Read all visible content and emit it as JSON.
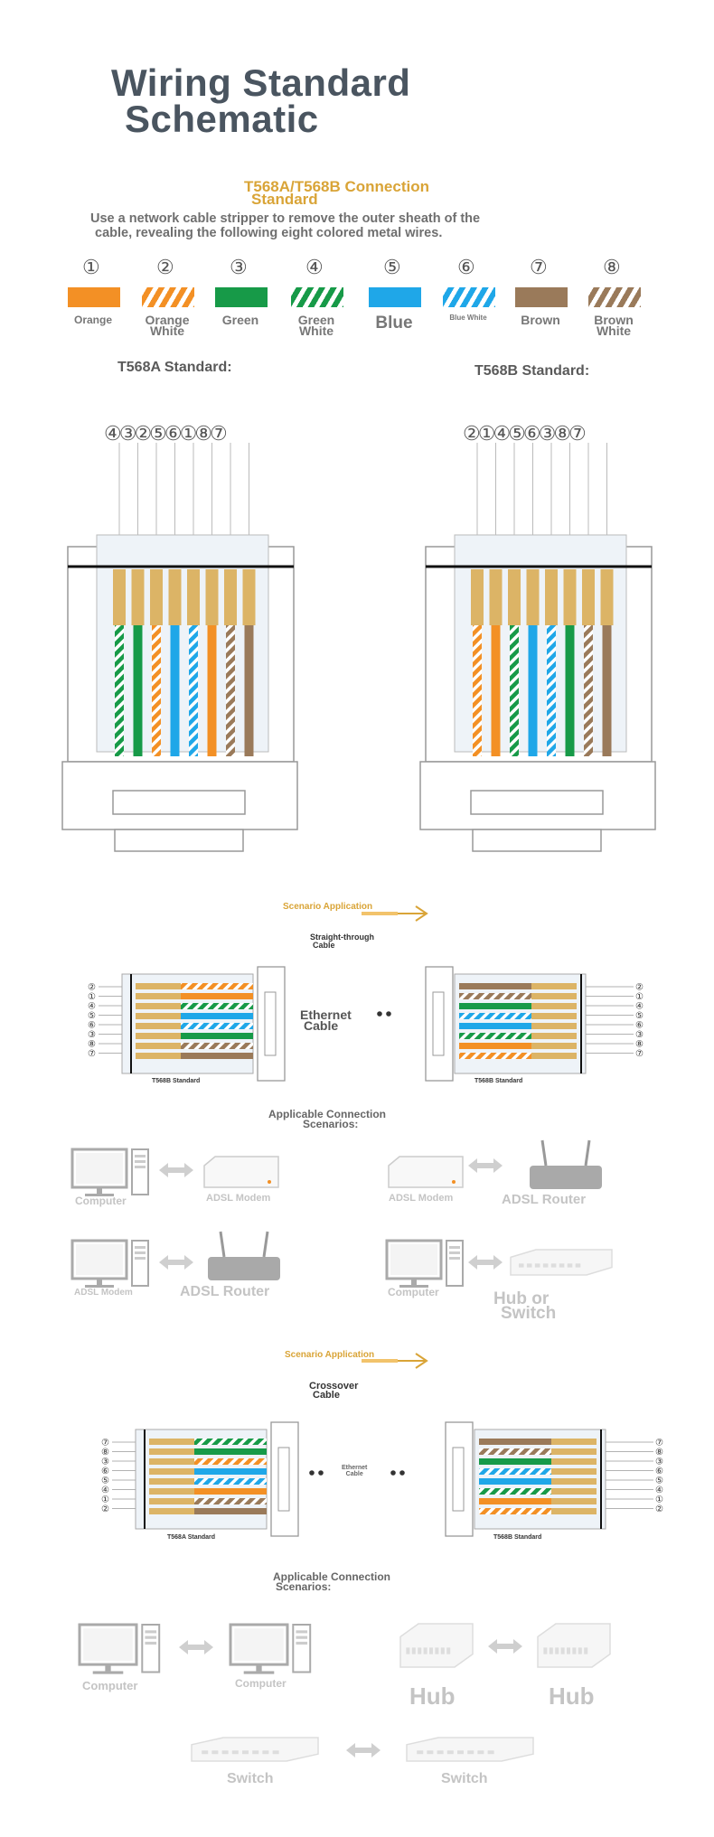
{
  "title": {
    "line1": "Wiring Standard",
    "line2": "Schematic"
  },
  "connection_standard": {
    "line1": "T568A/T568B Connection",
    "line2": "Standard"
  },
  "description": {
    "line1": "Use a network cable stripper to remove the outer sheath of the",
    "line2": "cable, revealing the following eight colored metal wires."
  },
  "wires": [
    {
      "num": "①",
      "label1": "Orange",
      "label2": "",
      "color": "#f39025",
      "striped": false
    },
    {
      "num": "②",
      "label1": "Orange",
      "label2": "White",
      "color": "#f39025",
      "striped": true
    },
    {
      "num": "③",
      "label1": "Green",
      "label2": "",
      "color": "#179a48",
      "striped": false
    },
    {
      "num": "④",
      "label1": "Green",
      "label2": "White",
      "color": "#179a48",
      "striped": true
    },
    {
      "num": "⑤",
      "label1": "Blue",
      "label2": "",
      "color": "#1fa7e8",
      "striped": false
    },
    {
      "num": "⑥",
      "label1": "Blue White",
      "label2": "",
      "color": "#1fa7e8",
      "striped": true
    },
    {
      "num": "⑦",
      "label1": "Brown",
      "label2": "",
      "color": "#9a7a5a",
      "striped": false
    },
    {
      "num": "⑧",
      "label1": "Brown",
      "label2": "White",
      "color": "#9a7a5a",
      "striped": true
    }
  ],
  "t568a": {
    "heading": "T568A Standard:",
    "order": "④③②⑤⑥①⑧⑦"
  },
  "t568b": {
    "heading": "T568B Standard:",
    "order": "②①④⑤⑥③⑧⑦"
  },
  "scenario1": {
    "label": "Scenario Application",
    "cable_type": {
      "line1": "Straight-through",
      "line2": "Cable"
    },
    "middle": {
      "line1": "Ethernet",
      "line2": "Cable"
    },
    "left_caption": "T568B Standard",
    "right_caption": "T568B Standard",
    "left_numbers": [
      "②",
      "①",
      "④",
      "⑤",
      "⑥",
      "③",
      "⑧",
      "⑦"
    ],
    "right_numbers": [
      "②",
      "①",
      "④",
      "⑤",
      "⑥",
      "③",
      "⑧",
      "⑦"
    ],
    "applicable": {
      "line1": "Applicable Connection",
      "line2": "Scenarios:"
    },
    "pairs": [
      {
        "left": "Computer",
        "right": "ADSL Modem"
      },
      {
        "left": "ADSL Modem",
        "right": "ADSL Router"
      },
      {
        "left": "ADSL Modem",
        "right": "ADSL Router"
      },
      {
        "left": "Computer",
        "right_line1": "Hub or",
        "right_line2": "Switch"
      }
    ]
  },
  "scenario2": {
    "label": "Scenario Application",
    "cable_type": {
      "line1": "Crossover",
      "line2": "Cable"
    },
    "middle": {
      "line1": "Ethernet",
      "line2": "Cable"
    },
    "left_caption": "T568A Standard",
    "right_caption": "T568B Standard",
    "left_numbers": [
      "⑦",
      "⑧",
      "③",
      "⑥",
      "⑤",
      "④",
      "①",
      "②"
    ],
    "right_numbers": [
      "⑦",
      "⑧",
      "③",
      "⑥",
      "⑤",
      "④",
      "①",
      "②"
    ],
    "applicable": {
      "line1": "Applicable Connection",
      "line2": "Scenarios:"
    },
    "pairs": [
      {
        "left": "Computer",
        "right": "Computer"
      },
      {
        "left": "Hub",
        "right": "Hub"
      },
      {
        "left": "Switch",
        "right": "Switch"
      }
    ]
  },
  "colors": {
    "orange": "#f39025",
    "green": "#179a48",
    "blue": "#1fa7e8",
    "brown": "#9a7a5a",
    "accent": "#d9a437"
  }
}
